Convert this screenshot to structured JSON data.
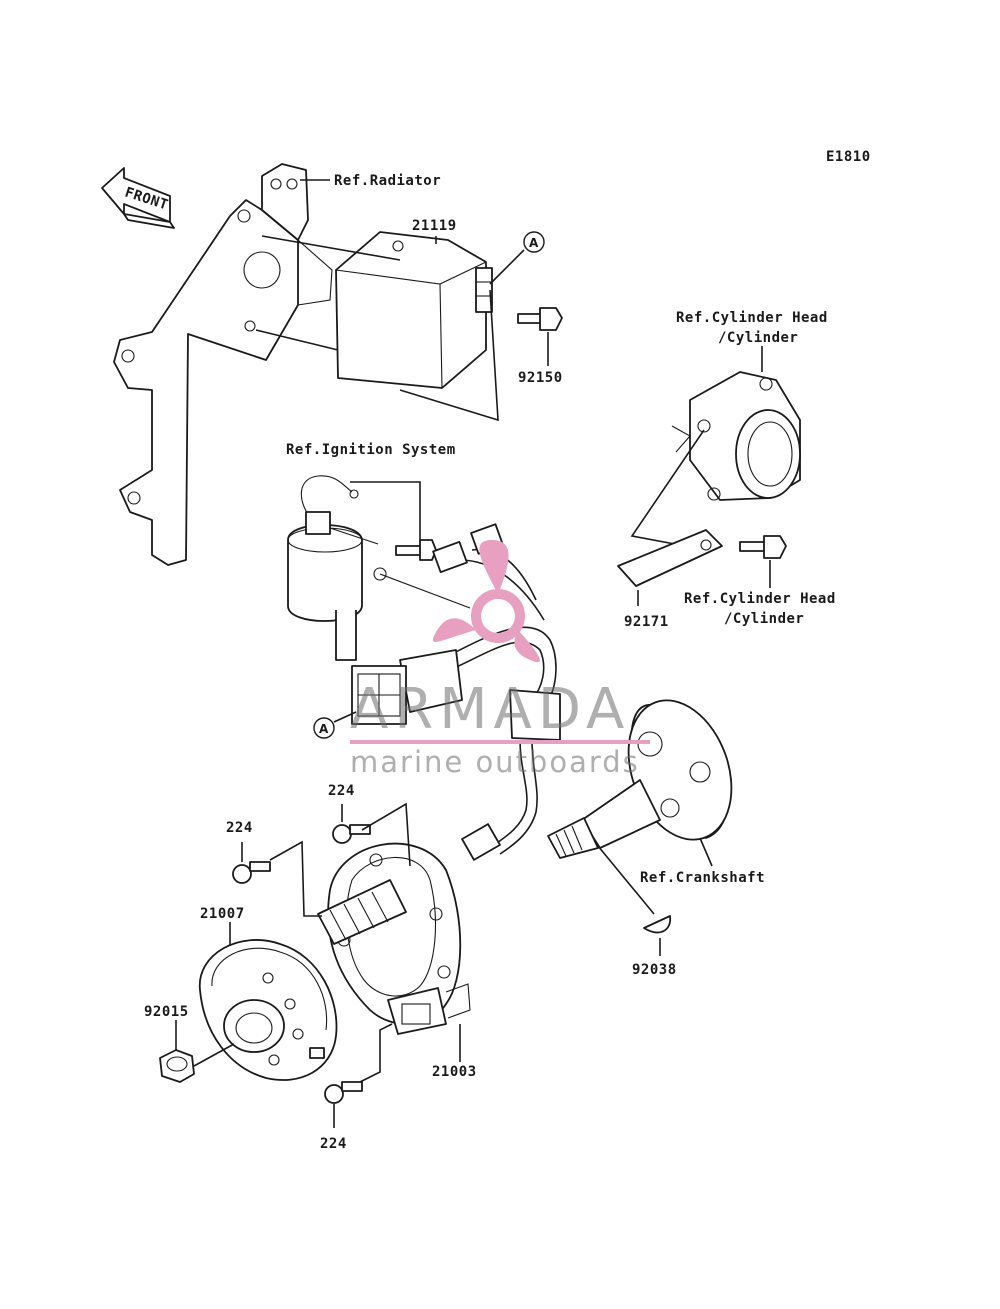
{
  "diagram": {
    "code": "E1810",
    "front_label": "FRONT",
    "callouts": {
      "ref_radiator": "Ref.Radiator",
      "p21119": "21119",
      "p92150": "92150",
      "ref_cyl_head_1a": "Ref.Cylinder Head",
      "ref_cyl_head_1b": "/Cylinder",
      "ref_ignition": "Ref.Ignition System",
      "p92171": "92171",
      "ref_cyl_head_2a": "Ref.Cylinder Head",
      "ref_cyl_head_2b": "/Cylinder",
      "p224_top": "224",
      "p224_left": "224",
      "p21007": "21007",
      "ref_crankshaft": "Ref.Crankshaft",
      "p92038": "92038",
      "p92015": "92015",
      "p21003": "21003",
      "p224_bottom": "224"
    },
    "connector_marks": {
      "a_top": "A",
      "a_bottom": "A"
    }
  },
  "watermark": {
    "brand": "ARMADA",
    "tagline": "marine outboards",
    "color": "#e8a0c0"
  }
}
